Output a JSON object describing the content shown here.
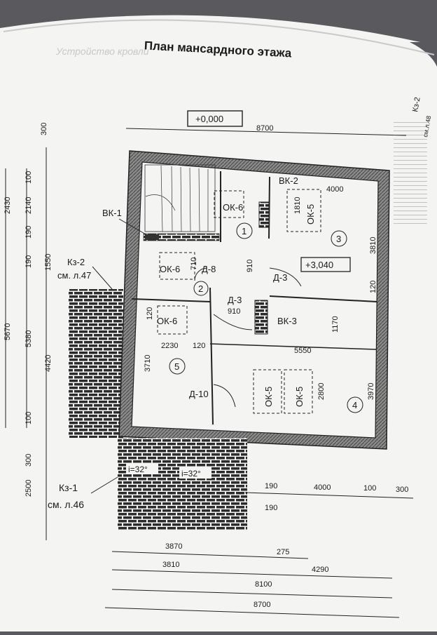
{
  "title": "План мансардного этажа",
  "faint_header": "Устройство кровли",
  "levels": {
    "ground": "+0,000",
    "attic": "+3,040"
  },
  "refs": {
    "kz2_top": "Кз-2",
    "kz2_top_sheet": "см.л.48",
    "kz2_left": "Кз-2",
    "kz2_left_sheet": "см. л.47",
    "kz1": "Кз-1",
    "kz1_sheet": "см. л.46"
  },
  "vents": {
    "vk1": "ВК-1",
    "vk2": "ВК-2",
    "vk3": "ВК-3"
  },
  "windows": {
    "ok6_top": "ОК-6",
    "ok6_a": "ОК-6",
    "ok6_b": "ОК-6",
    "ok5_top": "ОК-5",
    "ok5_a": "ОК-5",
    "ok5_b": "ОК-5"
  },
  "doors": {
    "d8": "Д-8",
    "d3_a": "Д-3",
    "d3_b": "Д-3",
    "d10": "Д-10"
  },
  "rooms": {
    "r1": "1",
    "r2": "2",
    "r3": "3",
    "r4": "4",
    "r5": "5"
  },
  "slopes": {
    "s1": "i=32°",
    "s2": "i=32°"
  },
  "dims": {
    "top_total": "8700",
    "top_right": "4000",
    "top_left_300": "300",
    "left_5670": "5670",
    "left_5380": "5380",
    "left_4420": "4420",
    "left_2430": "2430",
    "left_2140": "2140",
    "left_100a": "100",
    "left_190a": "190",
    "left_190b": "190",
    "left_1550": "1550",
    "left_100b": "100",
    "left_300b": "300",
    "left_2500": "2500",
    "inner_1810": "1810",
    "inner_3810": "3810",
    "inner_120a": "120",
    "inner_710": "710",
    "inner_910a": "910",
    "inner_910b": "910",
    "inner_1170": "1170",
    "inner_120b": "120",
    "inner_2230": "2230",
    "inner_120c": "120",
    "inner_5550": "5550",
    "inner_3710": "3710",
    "inner_2800": "2800",
    "inner_3970": "3970",
    "bot_190a": "190",
    "bot_4000": "4000",
    "bot_100": "100",
    "bot_300": "300",
    "bot_190b": "190",
    "bot_3870": "3870",
    "bot_275": "275",
    "bot_3810": "3810",
    "bot_4290": "4290",
    "bot_8100": "8100",
    "bot_8700": "8700"
  }
}
